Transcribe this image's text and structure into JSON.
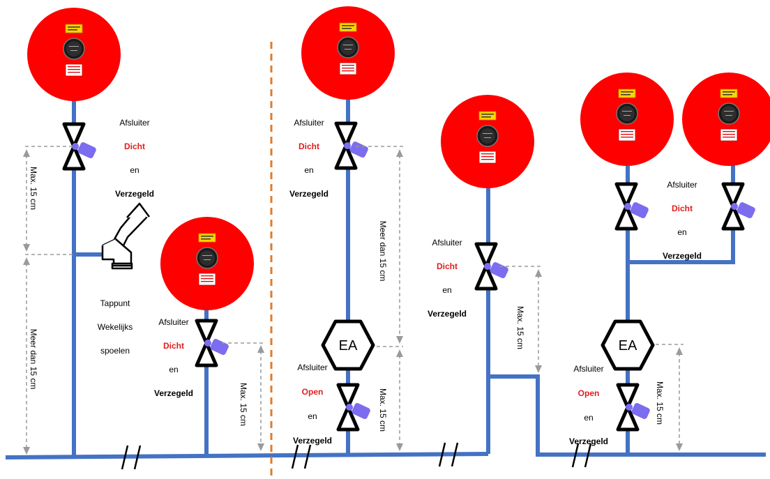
{
  "colors": {
    "pipe": "#4472c4",
    "tank": "#ff0000",
    "handle": "#7b6cf0",
    "divider": "#e07b2a",
    "status_red": "#e31c1c",
    "dimension": "#9a9a9a"
  },
  "labels": {
    "valve": "Afsluiter",
    "closed": "Dicht",
    "open": "Open",
    "and": "en",
    "sealed": "Verzegeld",
    "tap_1": "Tappunt",
    "tap_2": "Wekelijks",
    "tap_3": "spoelen",
    "max15": "Max. 15 cm",
    "max15_alt": "Max. 15 cm",
    "more15": "Meer dan 15 cm",
    "ea": "EA"
  },
  "icons": [
    "sprinkler-tank-icon",
    "gate-valve-icon",
    "tap-point-icon",
    "ea-check-valve-icon",
    "break-mark-icon"
  ]
}
